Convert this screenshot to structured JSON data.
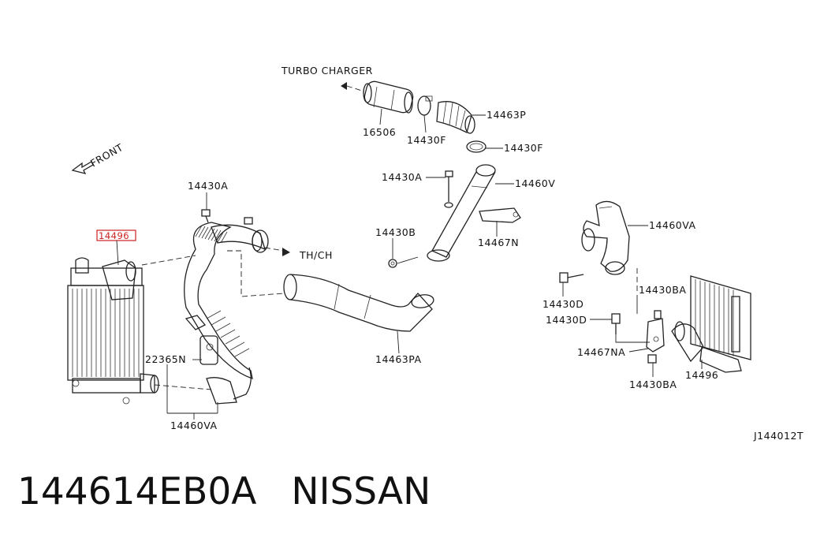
{
  "diagram": {
    "labels": {
      "turbo_charger": "TURBO CHARGER",
      "p16506": "16506",
      "p14430F_a": "14430F",
      "p14463P": "14463P",
      "p14430F_b": "14430F",
      "front": "FRONT",
      "p14430A_left": "14430A",
      "p14430A_mid": "14430A",
      "p14460V": "14460V",
      "p14496_left": "14496",
      "th_ch": "TH/CH",
      "p14430B": "14430B",
      "p14467N": "14467N",
      "p14460VA_right": "14460VA",
      "p14430D_a": "14430D",
      "p14430BA_a": "14430BA",
      "p14430D_b": "14430D",
      "p14467NA": "14467NA",
      "p22365N": "22365N",
      "p14463PA": "14463PA",
      "p14430BA_b": "14430BA",
      "p14496_right": "14496",
      "p14460VA_bottom": "14460VA",
      "diagram_id": "J144012T"
    }
  },
  "footer": {
    "part_number": "144614EB0A",
    "brand": "NISSAN"
  },
  "colors": {
    "highlight": "#cc2222",
    "ink": "#222222"
  }
}
